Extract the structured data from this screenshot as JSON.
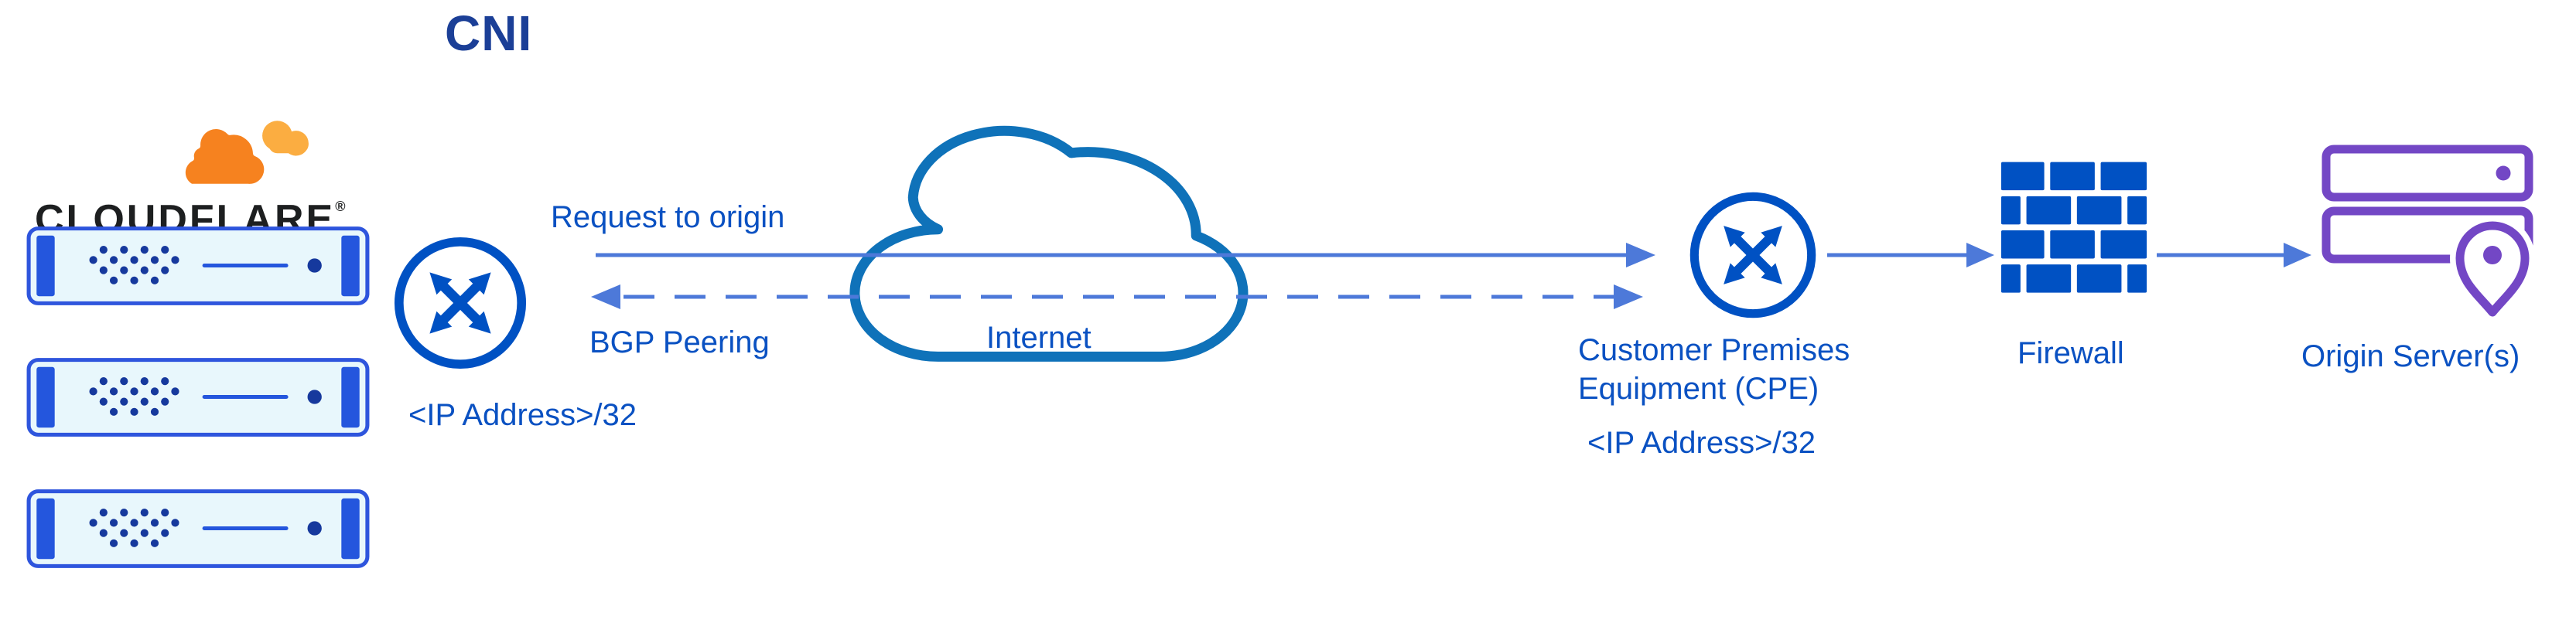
{
  "title": "CNI",
  "colors": {
    "blue": "#0a51c2",
    "icon-blue": "#0051c3",
    "arrow-blue": "#4d79d9",
    "cloud-blue": "#0f72b9",
    "navy": "#16399d",
    "title-blue": "#1b3f97",
    "server-border": "#2e55dd",
    "server-fill": "#e8f7fc",
    "server-accent": "#2456dd",
    "purple": "#7347c5",
    "orange": "#f6821f",
    "light-orange": "#fbad41",
    "logo-text": "#1d1f20"
  },
  "cloudflare": {
    "logo_text": "CLOUDFLARE",
    "registered": "®"
  },
  "labels": {
    "request_to_origin": "Request to origin",
    "bgp_peering": "BGP Peering",
    "internet": "Internet",
    "cni_ip": "<IP Address>/32",
    "cpe_name_line1": "Customer Premises",
    "cpe_name_line2": "Equipment (CPE)",
    "cpe_ip": "<IP Address>/32",
    "firewall": "Firewall",
    "origin_servers": "Origin Server(s)"
  }
}
